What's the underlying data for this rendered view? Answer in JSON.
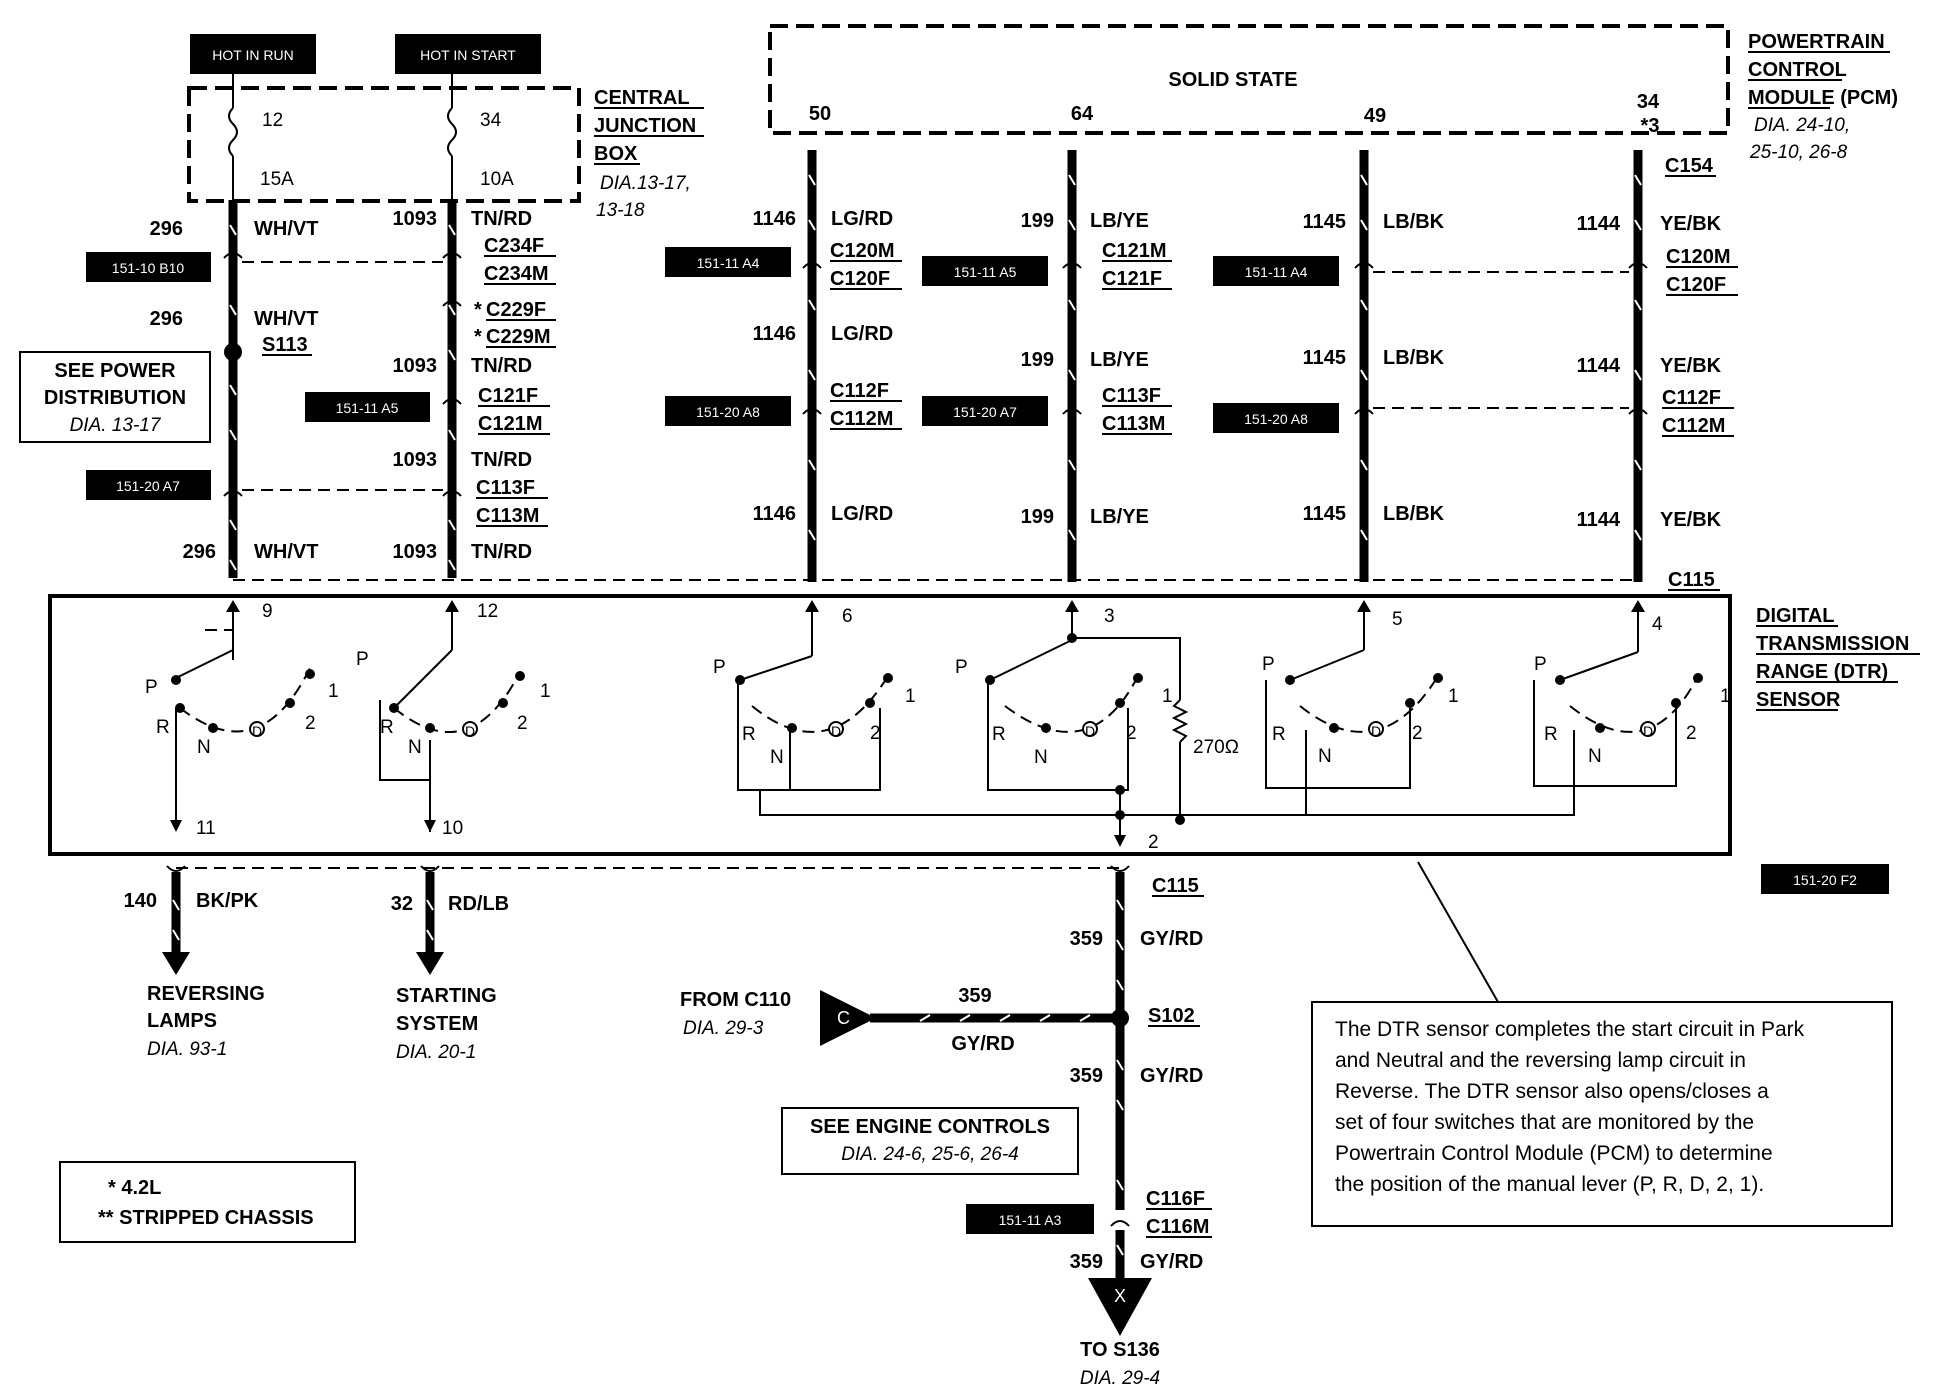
{
  "hot": {
    "run": "HOT IN RUN",
    "start": "HOT IN START"
  },
  "cjb": {
    "title1": "CENTRAL",
    "title2": "JUNCTION",
    "title3": "BOX",
    "ref1": "DIA.13-17,",
    "ref2": "13-18",
    "f1_num": "12",
    "f1_amp": "15A",
    "f2_num": "34",
    "f2_amp": "10A"
  },
  "pcm": {
    "title1": "POWERTRAIN",
    "title2": "CONTROL",
    "title3": "MODULE (PCM)",
    "ref1": "DIA. 24-10,",
    "ref2": "25-10, 26-8",
    "solid_state": "SOLID STATE",
    "pins": [
      "50",
      "64",
      "49",
      "34"
    ],
    "pin34_note": "*3",
    "connector_top": "C154",
    "connector_bottom": "C115"
  },
  "dtr": {
    "title1": "DIGITAL",
    "title2": "TRANSMISSION",
    "title3": "RANGE (DTR)",
    "title4": "SENSOR",
    "pins": [
      "9",
      "12",
      "6",
      "3",
      "5",
      "4",
      "11",
      "10",
      "2"
    ],
    "resistor": "270Ω",
    "positions": {
      "p": "P",
      "r": "R",
      "n": "N",
      "d": "D",
      "two": "2",
      "one": "1"
    }
  },
  "left_wires": {
    "w296": "296",
    "wh_vt": "WH/VT",
    "w1093": "1093",
    "tn_rd": "TN/RD",
    "s113": "S113",
    "c234f": "C234F",
    "c234m": "C234M",
    "c229f": "C229F",
    "c229m": "C229M",
    "star": "*",
    "c121f": "C121F",
    "c121m": "C121M",
    "c113f": "C113F",
    "c113m": "C113M"
  },
  "pcm_wires": {
    "w1146": "1146",
    "lg_rd": "LG/RD",
    "w199": "199",
    "lb_ye": "LB/YE",
    "w1145": "1145",
    "lb_bk": "LB/BK",
    "w1144": "1144",
    "ye_bk": "YE/BK",
    "c120m": "C120M",
    "c120f": "C120F",
    "c121m": "C121M",
    "c121f": "C121F",
    "c112f": "C112F",
    "c112m": "C112M",
    "c113f": "C113F",
    "c113m": "C113M"
  },
  "locators": {
    "l1": "151-10 B10",
    "l2": "151-11 A5",
    "l3": "151-20 A7",
    "l4": "151-11 A4",
    "l5": "151-11 A5",
    "l6": "151-11 A4",
    "l7": "151-20 A8",
    "l8": "151-20 A7",
    "l9": "151-20 A8",
    "l10": "151-20 F2",
    "l11": "151-11 A3"
  },
  "power_dist": {
    "line1": "SEE POWER",
    "line2": "DISTRIBUTION",
    "ref": "DIA. 13-17"
  },
  "outputs": {
    "w140": "140",
    "bk_pk": "BK/PK",
    "w32": "32",
    "rd_lb": "RD/LB",
    "reversing1": "REVERSING",
    "reversing2": "LAMPS",
    "reversing_ref": "DIA. 93-1",
    "starting1": "STARTING",
    "starting2": "SYSTEM",
    "starting_ref": "DIA. 20-1"
  },
  "ground_path": {
    "c115": "C115",
    "w359": "359",
    "gy_rd": "GY/RD",
    "s102": "S102",
    "from": "FROM C110",
    "from_ref": "DIA. 29-3",
    "c_letter": "C",
    "engine1": "SEE ENGINE CONTROLS",
    "engine_ref": "DIA. 24-6, 25-6, 26-4",
    "c116f": "C116F",
    "c116m": "C116M",
    "x_letter": "X",
    "to": "TO S136",
    "to_ref": "DIA. 29-4"
  },
  "legend": {
    "l1": "* 4.2L",
    "l2": "** STRIPPED CHASSIS"
  },
  "note": {
    "line1": "The DTR sensor completes the start circuit in Park",
    "line2": "and Neutral and the reversing lamp circuit in",
    "line3": "Reverse.  The DTR sensor also opens/closes a",
    "line4": "set of four switches that are monitored by the",
    "line5": "Powertrain Control Module (PCM) to determine",
    "line6": "the position of the manual lever (P, R, D, 2, 1)."
  }
}
